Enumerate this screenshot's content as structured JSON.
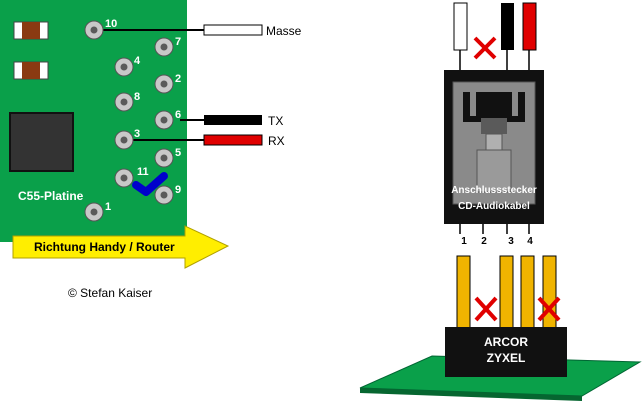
{
  "board": {
    "name": "C55-Platine",
    "pins": [
      {
        "label": "10"
      },
      {
        "label": "7"
      },
      {
        "label": "4"
      },
      {
        "label": "2"
      },
      {
        "label": "8"
      },
      {
        "label": "6"
      },
      {
        "label": "3"
      },
      {
        "label": "5"
      },
      {
        "label": "11"
      },
      {
        "label": "9"
      },
      {
        "label": "1"
      }
    ]
  },
  "wires": {
    "masse": "Masse",
    "tx": "TX",
    "rx": "RX"
  },
  "arrow_label": "Richtung Handy / Router",
  "copyright": "© Stefan Kaiser",
  "connector": {
    "line1": "Anschlussstecker",
    "line2": "CD-Audiokabel",
    "pin_numbers": [
      "1",
      "2",
      "3",
      "4"
    ]
  },
  "device": {
    "line1": "ARCOR",
    "line2": "ZYXEL"
  },
  "colors": {
    "board_green": "#0aa04a",
    "wire_black": "#000000",
    "wire_red": "#e00000",
    "wire_white": "#ffffff",
    "jumper_blue": "#0000cc",
    "pin_yellow": "#f0b400",
    "cross_red": "#e00000",
    "arrow_yellow": "#ffee00",
    "connector_gray": "#8a8a8a"
  }
}
